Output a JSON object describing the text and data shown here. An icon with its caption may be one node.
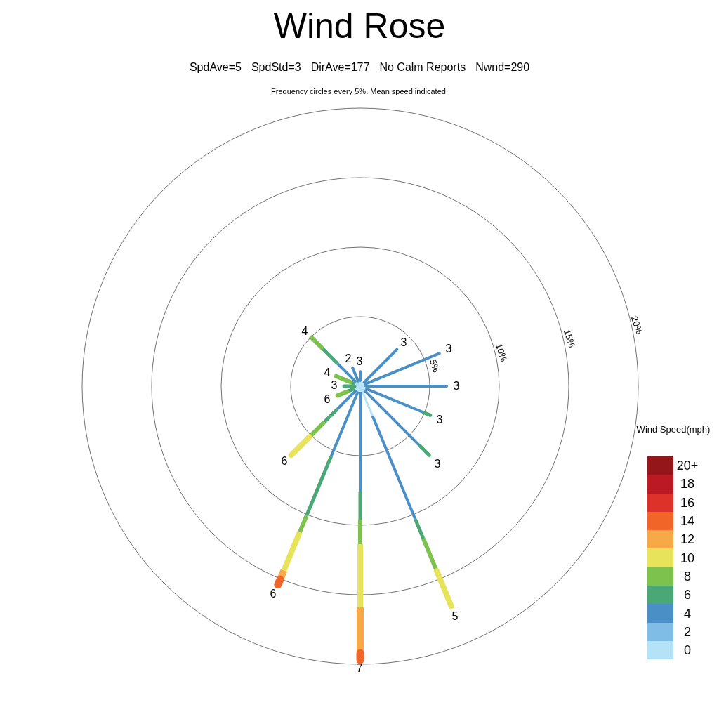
{
  "diagram": {
    "title": "Wind Rose",
    "labels": [
      "SpdAve=5",
      "SpdStd=3",
      "DirAve=177",
      "No Calm Reports",
      "Nwnd=290",
      "Frequency circles every 5%. Mean speed indicated.",
      "4",
      "3",
      "3",
      "2",
      "3",
      "5%",
      "10%",
      "15%",
      "20%",
      "4",
      "3",
      "3",
      "6",
      "3",
      "Wind Speed(mph)",
      "6",
      "3",
      "6",
      "5",
      "7"
    ],
    "legend": [
      {
        "text": "20+",
        "color": "#94161b"
      },
      {
        "text": "18",
        "color": "#bb1a25"
      },
      {
        "text": "16",
        "color": "#dc3229"
      },
      {
        "text": "14",
        "color": "#f26529"
      },
      {
        "text": "12",
        "color": "#f8a947"
      },
      {
        "text": "10",
        "color": "#e7e35a"
      },
      {
        "text": "8",
        "color": "#7cc24c"
      },
      {
        "text": "6",
        "color": "#4aa877"
      },
      {
        "text": "4",
        "color": "#4a8fc6"
      },
      {
        "text": "2",
        "color": "#80bde6"
      },
      {
        "text": "0",
        "color": "#b4e3f8"
      }
    ]
  }
}
